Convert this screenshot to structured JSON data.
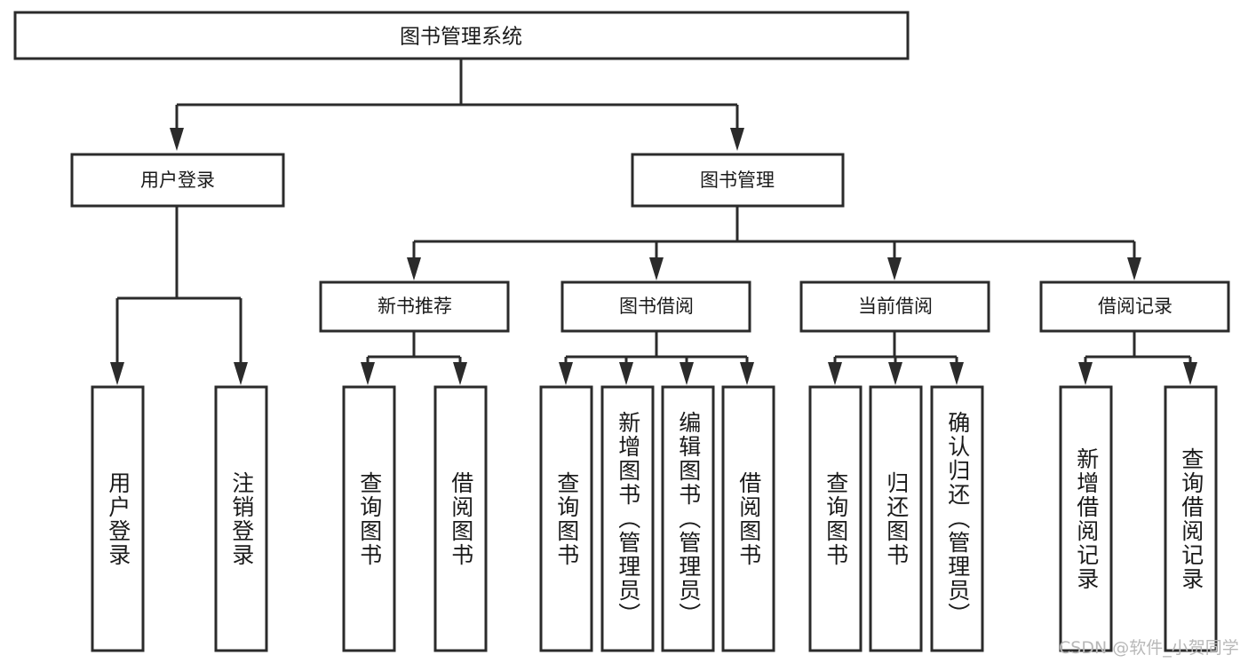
{
  "diagram": {
    "type": "tree-hierarchy-chart",
    "title_node": {
      "id": "root",
      "label": "图书管理系统"
    },
    "level2": [
      {
        "id": "user-login",
        "label": "用户登录"
      },
      {
        "id": "book-manage",
        "label": "图书管理"
      }
    ],
    "level3": [
      {
        "id": "new-book-rec",
        "label": "新书推荐"
      },
      {
        "id": "book-borrow",
        "label": "图书借阅"
      },
      {
        "id": "current-borrow",
        "label": "当前借阅"
      },
      {
        "id": "borrow-record",
        "label": "借阅记录"
      }
    ],
    "leaves": [
      {
        "id": "leaf-user-login",
        "label": "用户登录",
        "parent": "user-login"
      },
      {
        "id": "leaf-logout",
        "label": "注销登录",
        "parent": "user-login"
      },
      {
        "id": "leaf-query-book-1",
        "label": "查询图书",
        "parent": "new-book-rec"
      },
      {
        "id": "leaf-borrow-book-1",
        "label": "借阅图书",
        "parent": "new-book-rec"
      },
      {
        "id": "leaf-query-book-2",
        "label": "查询图书",
        "parent": "book-borrow"
      },
      {
        "id": "leaf-add-book",
        "label": "新增图书（管理员）",
        "parent": "book-borrow"
      },
      {
        "id": "leaf-edit-book",
        "label": "编辑图书（管理员）",
        "parent": "book-borrow"
      },
      {
        "id": "leaf-borrow-book-2",
        "label": "借阅图书",
        "parent": "book-borrow"
      },
      {
        "id": "leaf-query-book-3",
        "label": "查询图书",
        "parent": "current-borrow"
      },
      {
        "id": "leaf-return-book",
        "label": "归还图书",
        "parent": "current-borrow"
      },
      {
        "id": "leaf-confirm-return",
        "label": "确认归还（管理员）",
        "parent": "current-borrow"
      },
      {
        "id": "leaf-add-record",
        "label": "新增借阅记录",
        "parent": "borrow-record"
      },
      {
        "id": "leaf-query-record",
        "label": "查询借阅记录",
        "parent": "borrow-record"
      }
    ]
  },
  "watermark": {
    "text": "CSDN @软件_小贺同学"
  },
  "colors": {
    "background": "#ffffff",
    "box_stroke": "#2b2b2b",
    "box_fill": "#ffffff",
    "text": "#1a1a1a",
    "watermark": "#b8b8b8"
  }
}
